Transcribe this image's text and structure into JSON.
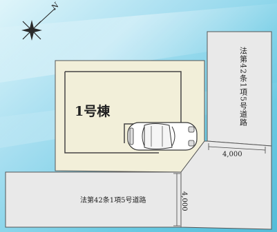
{
  "map": {
    "compass_label": "N",
    "building_label": "1号棟",
    "road_right_label": "法第42条1項5号道路",
    "road_bottom_label": "法第42条1項5号道路",
    "width_label_right": "4,000",
    "width_label_bottom": "4,000"
  },
  "colors": {
    "lot_fill": "#f2efd9",
    "road_fill": "#e9e9e9",
    "line": "#444444",
    "water_a": "#cfeef6",
    "water_b": "#5fc3dd"
  },
  "icons": [
    "compass-star-icon",
    "car-icon"
  ]
}
